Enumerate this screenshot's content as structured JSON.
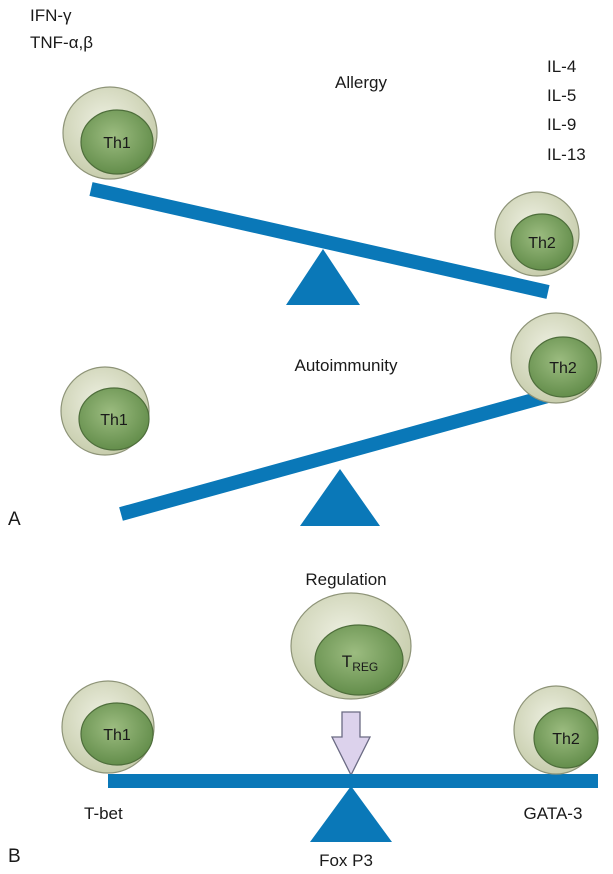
{
  "panel_a": {
    "top_left_cytokines": [
      "IFN-γ",
      "TNF-α,β"
    ],
    "top_title": "Allergy",
    "top_right_cytokines": [
      "IL-4",
      "IL-5",
      "IL-9",
      "IL-13"
    ],
    "top_left_cell": "Th1",
    "top_right_cell": "Th2",
    "bottom_title": "Autoimmunity",
    "bottom_left_cell": "Th1",
    "bottom_right_cell": "Th2",
    "label": "A"
  },
  "panel_b": {
    "title": "Regulation",
    "treg_main": "T",
    "treg_sub": "REG",
    "left_cell": "Th1",
    "right_cell": "Th2",
    "left_factor": "T-bet",
    "right_factor": "GATA-3",
    "center_factor": "Fox P3",
    "label": "B"
  },
  "colors": {
    "beam": "#0a78b8",
    "cell_outer": "#d7dcc3",
    "cell_inner": "#7ea264",
    "arrow_fill": "#dcd2ec",
    "arrow_stroke": "#6b6b83"
  }
}
